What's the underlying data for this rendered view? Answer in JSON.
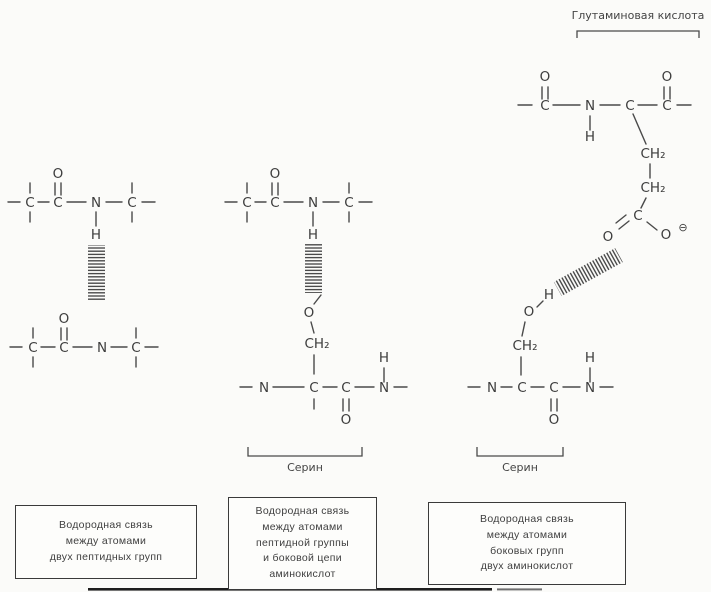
{
  "figure": {
    "top_label": "Глутаминовая кислота",
    "serine_label": "Серин"
  },
  "atoms": {
    "C": "C",
    "N": "N",
    "O": "O",
    "H": "H",
    "CH2": "CH₂",
    "minus_circle": "⊖"
  },
  "captions": {
    "box1": {
      "lines": [
        "Водородная связь",
        "между атомами",
        "двух пептидных групп"
      ]
    },
    "box2": {
      "lines": [
        "Водородная связь",
        "между атомами",
        "пептидной группы",
        "и боковой цепи",
        "аминокислот"
      ]
    },
    "box3": {
      "lines": [
        "Водородная связь",
        "между атомами",
        "боковых групп",
        "двух аминокислот"
      ]
    }
  },
  "colors": {
    "hydrogen_bond_red": "#b5304a",
    "bond_gray": "#4a4a4a"
  }
}
